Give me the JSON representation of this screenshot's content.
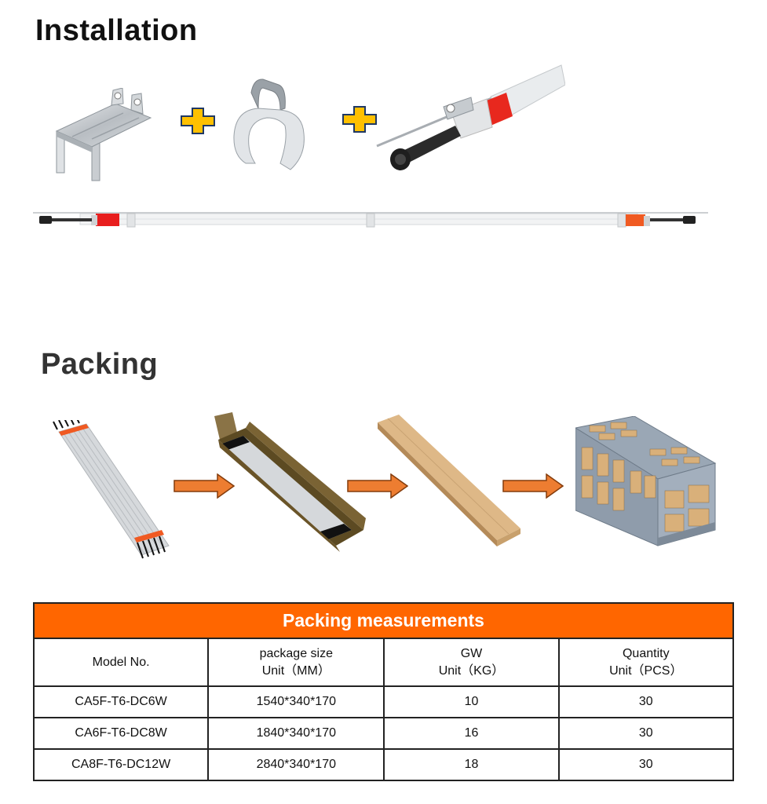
{
  "installation": {
    "title": "Installation",
    "components": [
      {
        "name": "Mounting bracket"
      },
      {
        "name": "Tube clip"
      },
      {
        "name": "Tube end with connector"
      }
    ],
    "plus_color": "#ffc000",
    "plus_outline": "#1f3864"
  },
  "packing": {
    "title": "Packing",
    "steps": [
      {
        "name": "Bundled tubes"
      },
      {
        "name": "Open carton"
      },
      {
        "name": "Sealed carton"
      },
      {
        "name": "Wooden crate on pallet"
      }
    ],
    "arrow_color": "#ed7d31"
  },
  "table": {
    "title": "Packing measurements",
    "header_color": "#ff6600",
    "columns": [
      {
        "line1": "Model No.",
        "line2": ""
      },
      {
        "line1": "package size",
        "line2": "Unit（MM）"
      },
      {
        "line1": "GW",
        "line2": "Unit（KG）"
      },
      {
        "line1": "Quantity",
        "line2": "Unit（PCS）"
      }
    ],
    "rows": [
      [
        "CA5F-T6-DC6W",
        "1540*340*170",
        "10",
        "30"
      ],
      [
        "CA6F-T6-DC8W",
        "1840*340*170",
        "16",
        "30"
      ],
      [
        "CA8F-T6-DC12W",
        "2840*340*170",
        "18",
        "30"
      ]
    ]
  }
}
